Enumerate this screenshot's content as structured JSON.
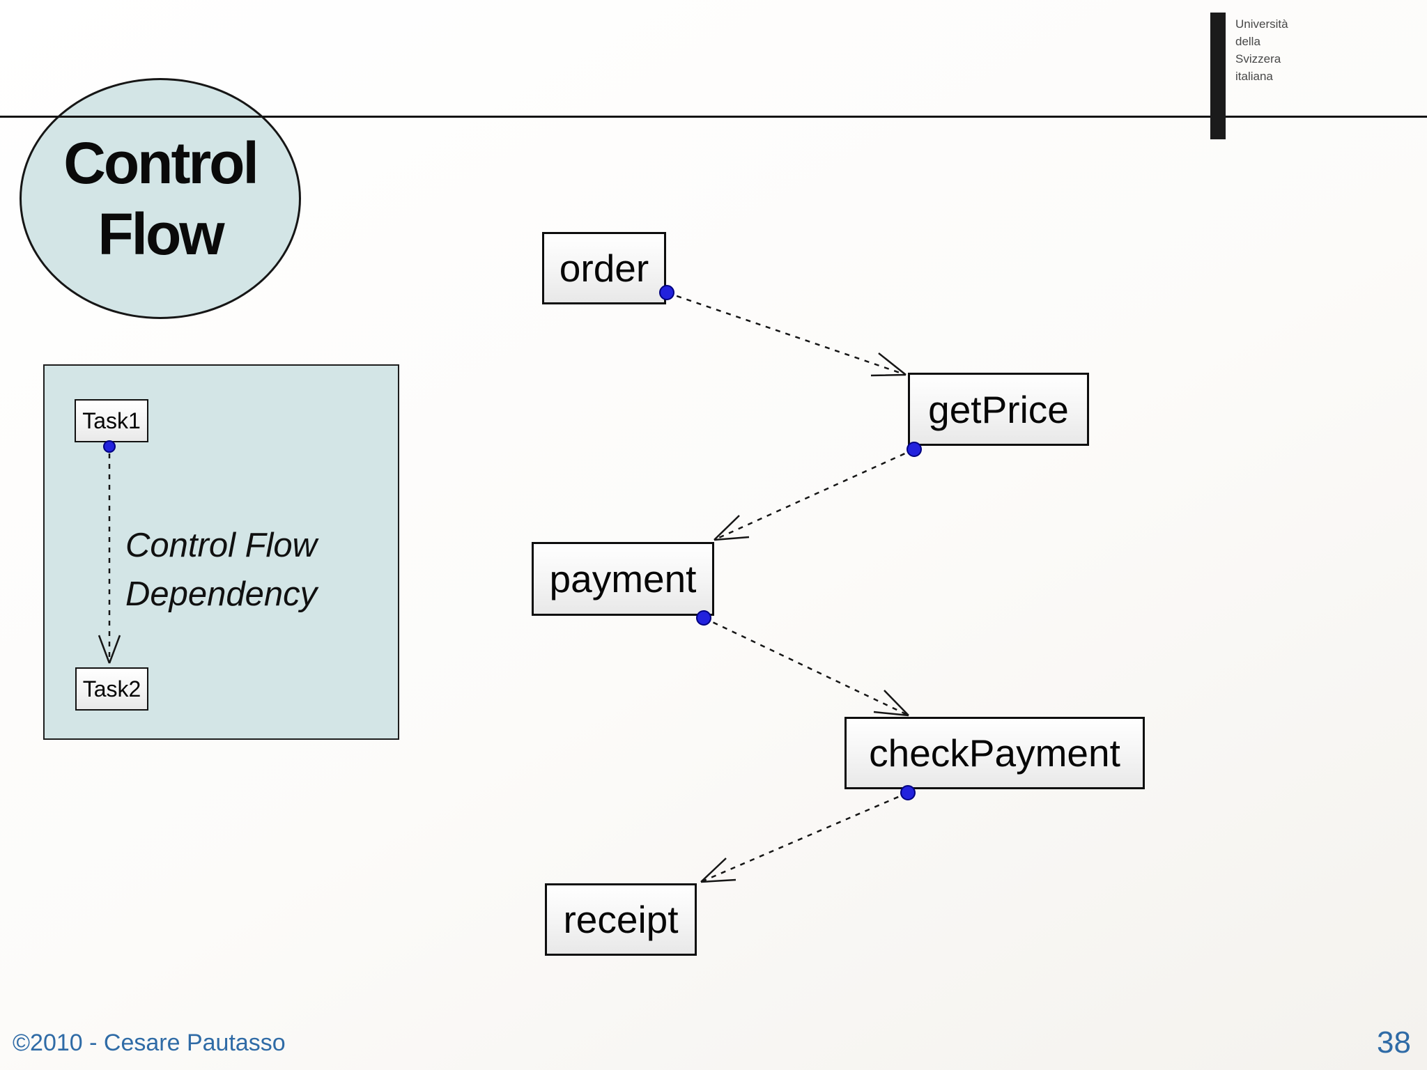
{
  "slide": {
    "title_line1": "Control",
    "title_line2": "Flow",
    "footer_text": "©2010 - Cesare Pautasso",
    "page_number": "38"
  },
  "logo": {
    "line1": "Università",
    "line2": "della",
    "line3": "Svizzera",
    "line4": "italiana"
  },
  "legend": {
    "task1_label": "Task1",
    "task2_label": "Task2",
    "caption_line1": "Control Flow",
    "caption_line2": "Dependency"
  },
  "diagram": {
    "nodes": [
      {
        "id": "order",
        "label": "order"
      },
      {
        "id": "getPrice",
        "label": "getPrice"
      },
      {
        "id": "payment",
        "label": "payment"
      },
      {
        "id": "checkPayment",
        "label": "checkPayment"
      },
      {
        "id": "receipt",
        "label": "receipt"
      }
    ],
    "edges": [
      {
        "from": "order",
        "to": "getPrice",
        "style": "dashed-control-flow"
      },
      {
        "from": "getPrice",
        "to": "payment",
        "style": "dashed-control-flow"
      },
      {
        "from": "payment",
        "to": "checkPayment",
        "style": "dashed-control-flow"
      },
      {
        "from": "checkPayment",
        "to": "receipt",
        "style": "dashed-control-flow"
      },
      {
        "from": "Task1",
        "to": "Task2",
        "style": "dashed-control-flow"
      }
    ]
  },
  "colors": {
    "accent_fill": "#d3e5e6",
    "connector_dot_blue": "#2222dd",
    "footer_blue": "#2f6ba6",
    "line_black": "#161616"
  }
}
